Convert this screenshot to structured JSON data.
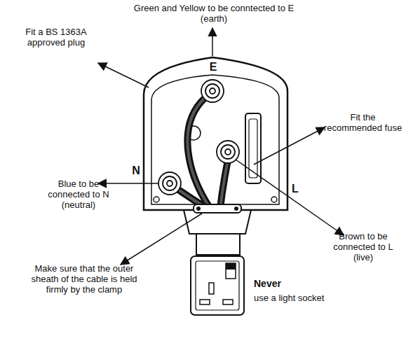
{
  "diagram": {
    "labels": [
      "Green and Yellow to be conntected to E (earth)",
      "E",
      "Fit a BS 1363A approved plug",
      "Fit the recommended fuse",
      "N",
      "L",
      "Blue to be connected to N (neutral)",
      "Brown to be connected to L (live)",
      "Make sure that the outer sheath of the cable is held firmly by the clamp",
      "Never",
      "use a light socket"
    ]
  }
}
